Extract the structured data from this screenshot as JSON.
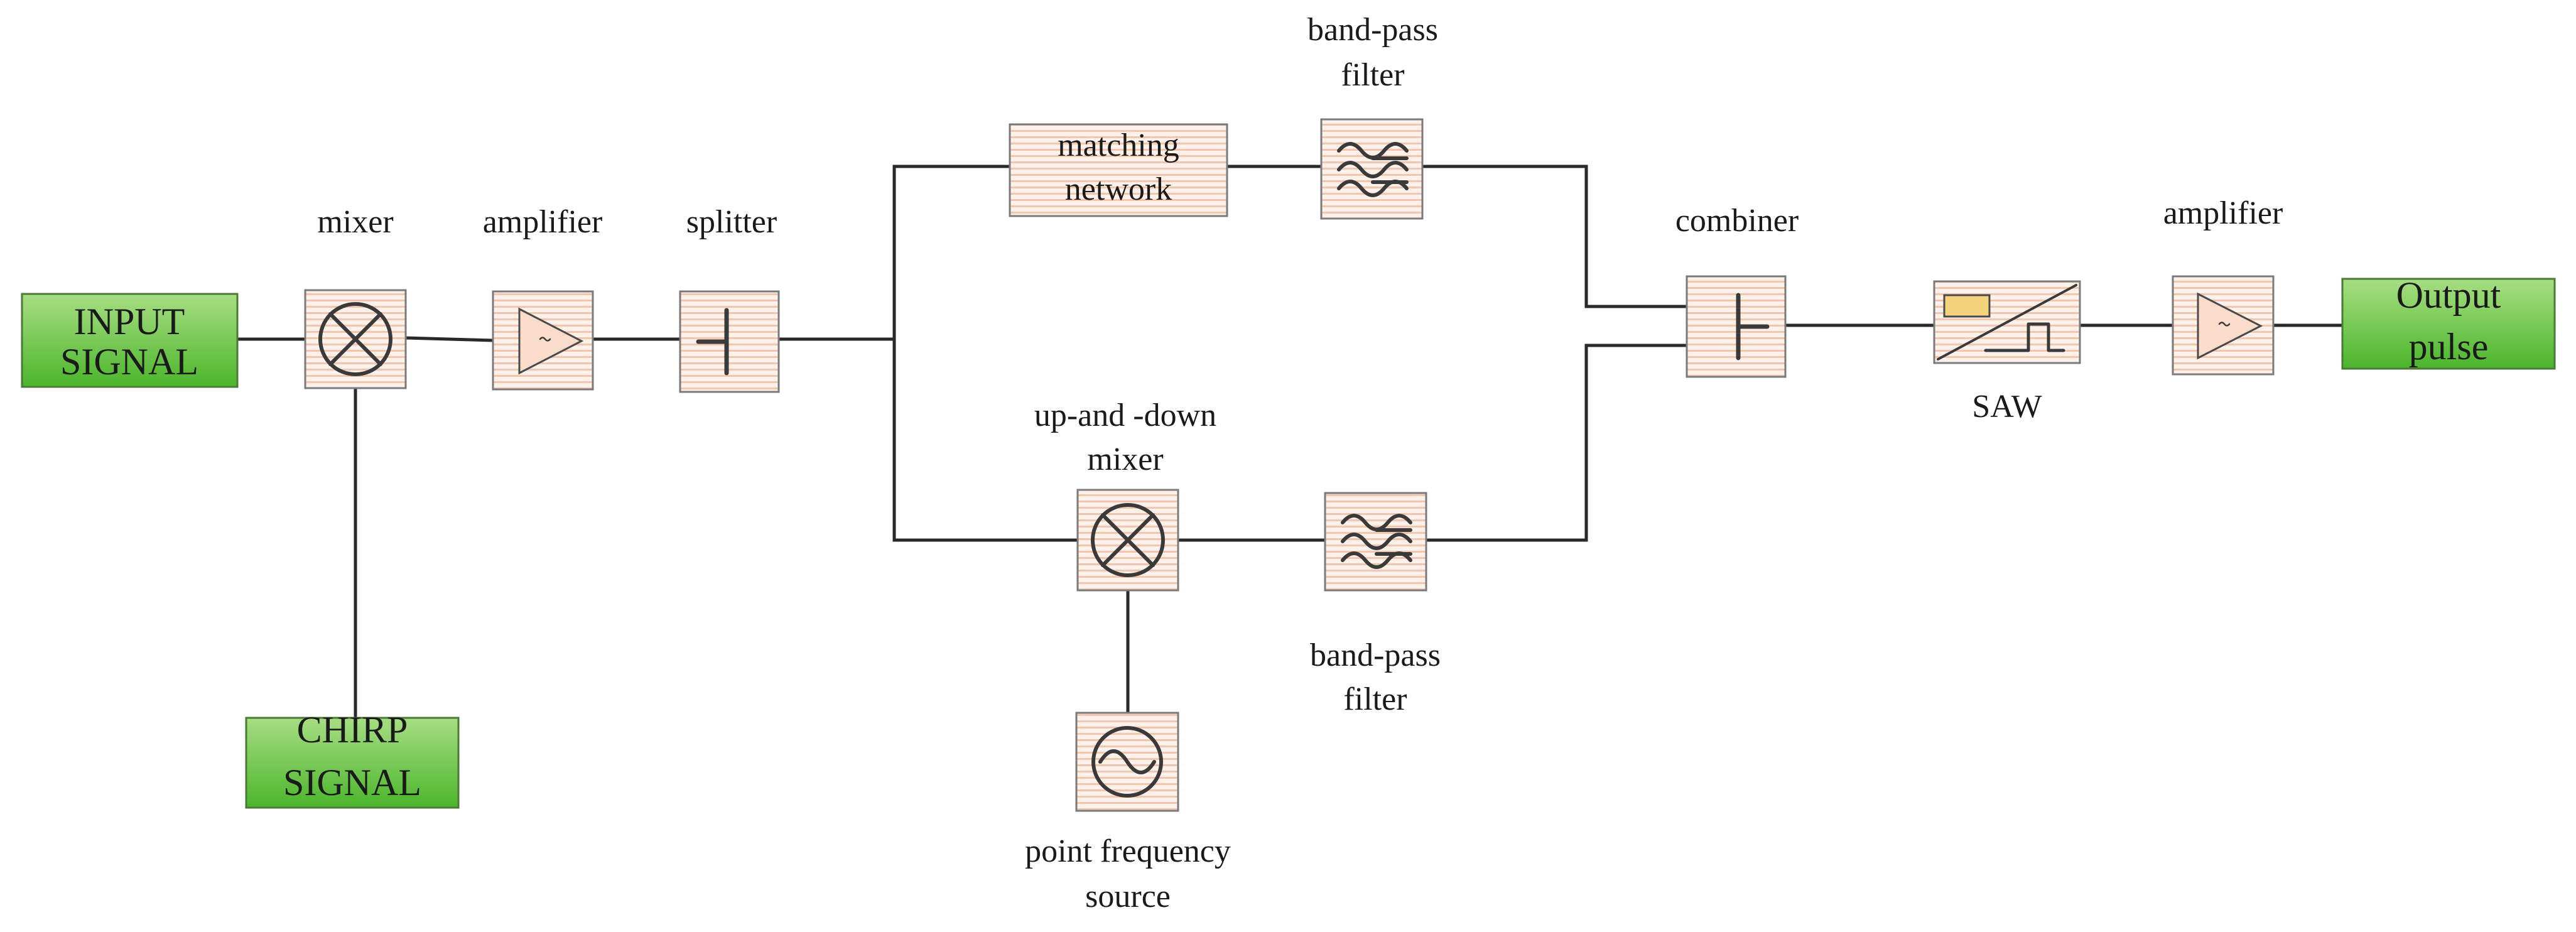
{
  "colors": {
    "stripe_light": "#fdf1ea",
    "stripe_dark": "#f3c6b0",
    "green_top": "#a7de82",
    "green_bottom": "#4bb52b",
    "saw_indicator": "#f4d37c",
    "wire": "#2a2a2a"
  },
  "icons": {
    "mixer": "mixer-x-circle-icon",
    "amplifier": "amplifier-triangle-icon",
    "splitter": "splitter-icon",
    "combiner": "combiner-icon",
    "filter": "bandpass-filter-wave-icon",
    "oscillator": "sine-source-icon",
    "saw": "saw-pulse-icon"
  },
  "io": {
    "input_signal": [
      "INPUT",
      "SIGNAL"
    ],
    "chirp_signal": [
      "CHIRP",
      "SIGNAL"
    ],
    "output_pulse": [
      "Output",
      "pulse"
    ]
  },
  "labels": {
    "mixer": "mixer",
    "amplifier_1": "amplifier",
    "splitter": "splitter",
    "matching_network": [
      "matching",
      "network"
    ],
    "bandpass_top": [
      "band-pass",
      "filter"
    ],
    "up_down_mixer": [
      "up-and -down",
      "mixer"
    ],
    "bandpass_bottom": [
      "band-pass",
      "filter"
    ],
    "point_source": [
      "point frequency",
      "source"
    ],
    "combiner": "combiner",
    "saw": "SAW",
    "amplifier_2": "amplifier"
  }
}
